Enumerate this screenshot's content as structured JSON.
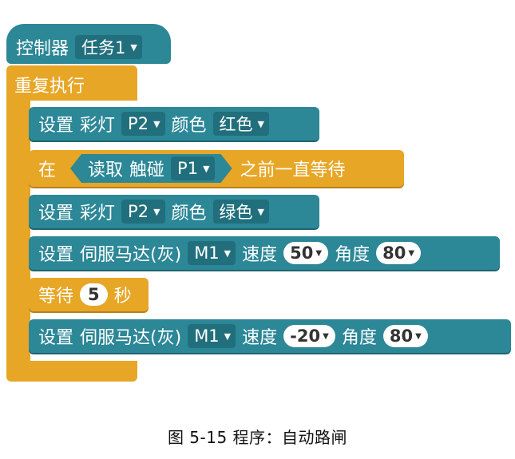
{
  "colors": {
    "teal": "#2c8797",
    "gold": "#e7a626",
    "white": "#ffffff"
  },
  "controller": {
    "label": "控制器",
    "task": "任务1"
  },
  "loop": {
    "label": "重复执行"
  },
  "blocks": [
    {
      "verb": "设置",
      "target": "彩灯",
      "port": "P2",
      "prop": "颜色",
      "value": "红色"
    },
    {
      "prefix": "在",
      "read": "读取",
      "sensor": "触碰",
      "port": "P1",
      "suffix": "之前一直等待"
    },
    {
      "verb": "设置",
      "target": "彩灯",
      "port": "P2",
      "prop": "颜色",
      "value": "绿色"
    },
    {
      "verb": "设置",
      "target": "伺服马达(灰)",
      "port": "M1",
      "speed_label": "速度",
      "speed": "50",
      "angle_label": "角度",
      "angle": "80"
    },
    {
      "label": "等待",
      "value": "5",
      "unit": "秒"
    },
    {
      "verb": "设置",
      "target": "伺服马达(灰)",
      "port": "M1",
      "speed_label": "速度",
      "speed": "-20",
      "angle_label": "角度",
      "angle": "80"
    }
  ],
  "caption": "图 5-15 程序：自动路闸"
}
